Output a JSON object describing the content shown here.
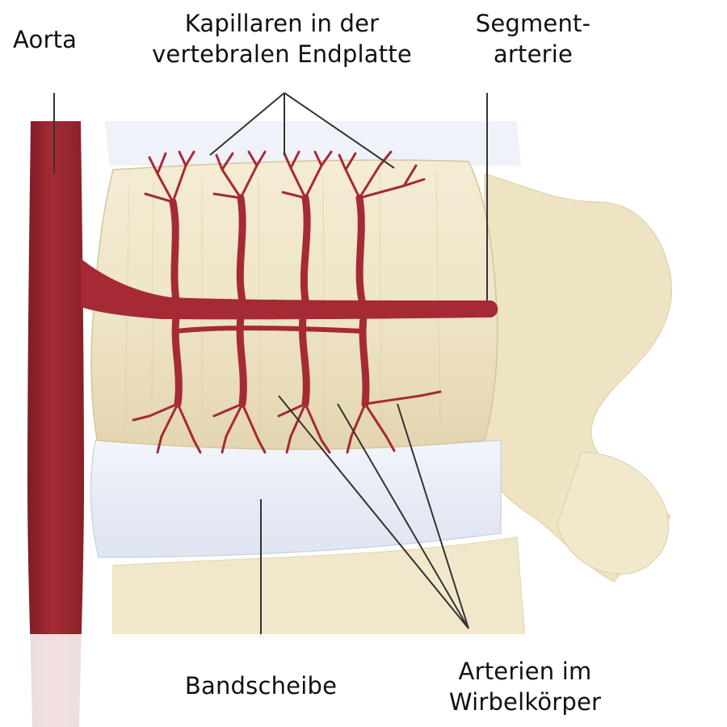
{
  "labels": {
    "aorta": "Aorta",
    "capillaries": [
      "Kapillaren in der",
      "vertebralen Endplatte"
    ],
    "segment_artery": [
      "Segment-",
      "arterie"
    ],
    "disc": "Bandscheibe",
    "vertebral_arteries": [
      "Arterien im",
      "Wirbelkörper"
    ]
  },
  "colors": {
    "artery": "#a52a35",
    "artery_dark": "#7e1c26",
    "bone": "#efe5c8",
    "bone_shadow": "#d9cba4",
    "disc": "#e9edf6",
    "leader": "#333333"
  }
}
